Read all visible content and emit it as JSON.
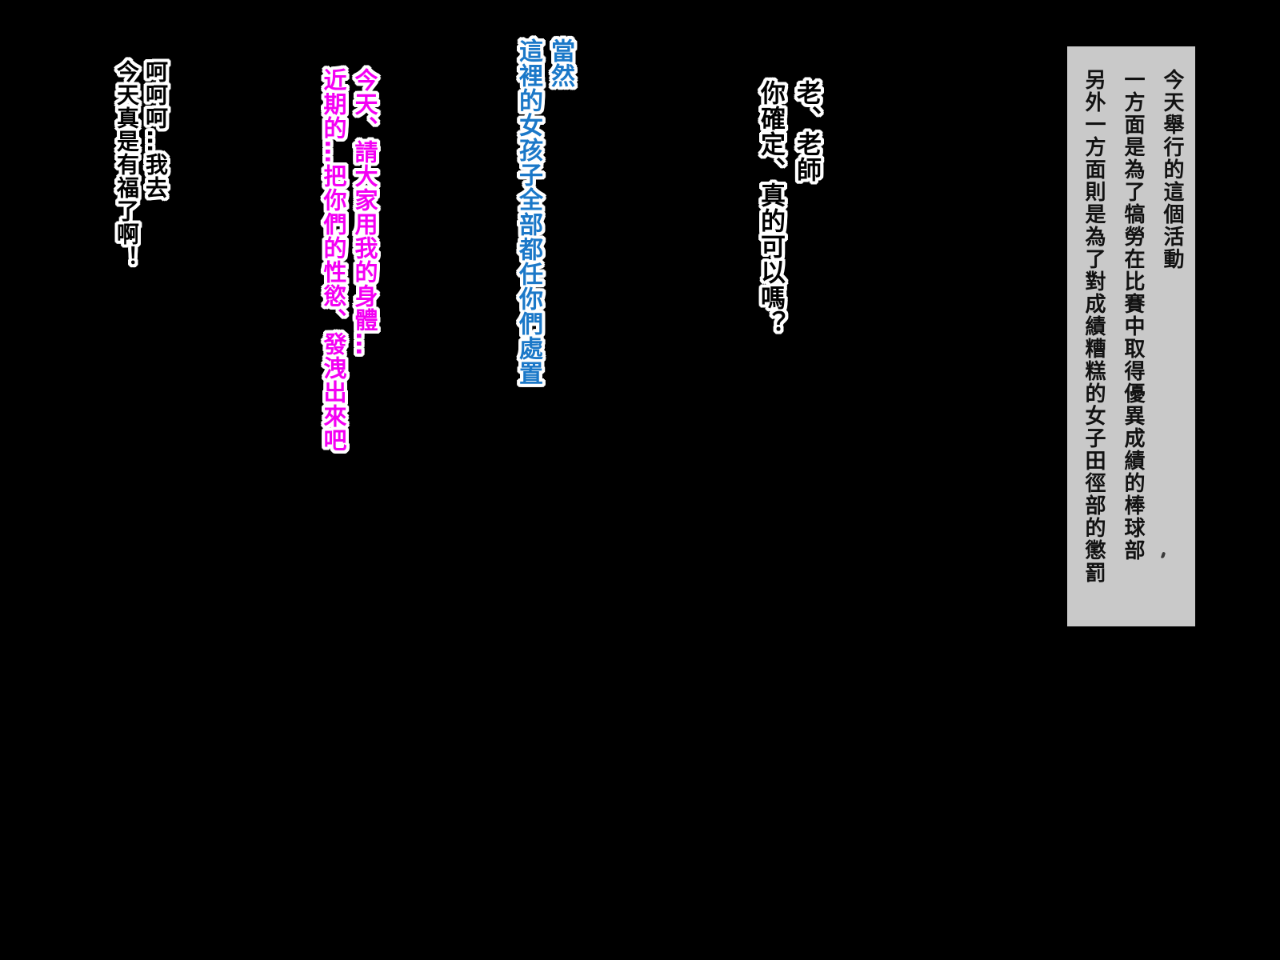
{
  "page": {
    "background_color": "#000000"
  },
  "notice_box": {
    "background_color": "#c9c9c9",
    "text_color": "#121212",
    "columns": [
      "今天舉行的這個活動",
      "一方面是為了犒勞在比賽中取得優異成績的棒球部",
      "另外一方面則是為了對成績糟糕的女子田徑部的懲罰"
    ]
  },
  "dialogues": {
    "teacher": {
      "fill_color": "#000000",
      "outline_color": "#ffffff",
      "lines": [
        "老、老師",
        "你確定、真的可以嗎？"
      ]
    },
    "blue_reply": {
      "fill_color": "#1b78c8",
      "outline_color": "#ffffff",
      "lines": [
        "當然",
        "這裡的女孩子全部都任你們處置"
      ]
    },
    "magenta_offer": {
      "fill_color": "#f400f4",
      "outline_color": "#ffffff",
      "lines": [
        "今天、請大家用我的身體…",
        "近期的…把你們的性慾、發洩出來吧"
      ]
    },
    "laugh": {
      "fill_color": "#000000",
      "outline_color": "#ffffff",
      "lines": [
        "呵呵呵…我去",
        "今天真是有福了啊！"
      ]
    }
  }
}
